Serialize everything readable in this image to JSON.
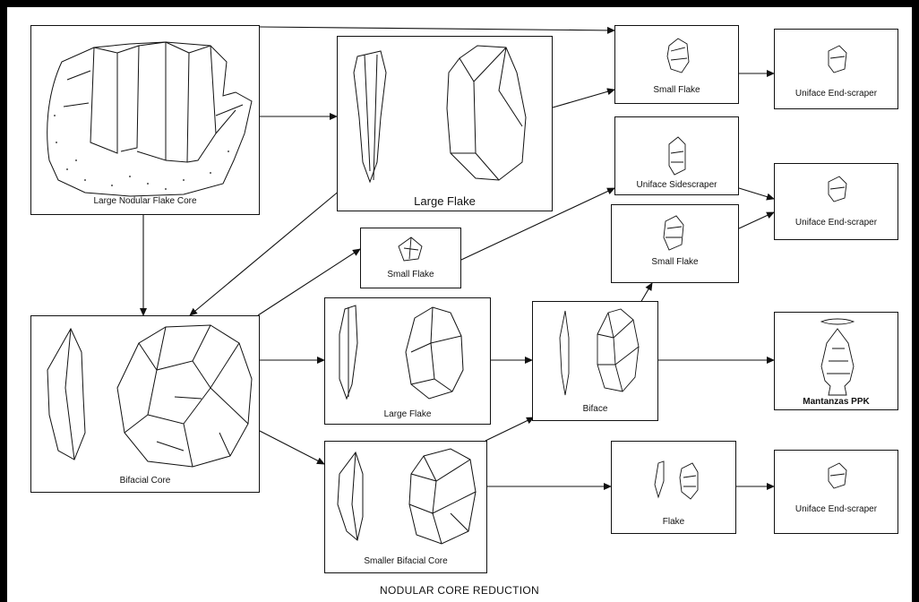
{
  "title": "NODULAR CORE REDUCTION",
  "nodes": {
    "large_nodular_flake_core": "Large Nodular Flake Core",
    "large_flake_top": "Large Flake",
    "small_flake_top": "Small Flake",
    "uniface_end_scraper_top": "Uniface End-scraper",
    "uniface_sidescraper": "Uniface Sidescraper",
    "uniface_end_scraper_mid": "Uniface End-scraper",
    "small_flake_center": "Small Flake",
    "small_flake_right": "Small Flake",
    "bifacial_core": "Bifacial Core",
    "large_flake_mid": "Large Flake",
    "biface": "Biface",
    "mantanzas_ppk": "Mantanzas PPK",
    "smaller_bifacial_core": "Smaller Bifacial Core",
    "flake": "Flake",
    "uniface_end_scraper_bottom": "Uniface End-scraper"
  },
  "colors": {
    "background": "#000000",
    "panel": "#ffffff",
    "ink": "#111111"
  }
}
